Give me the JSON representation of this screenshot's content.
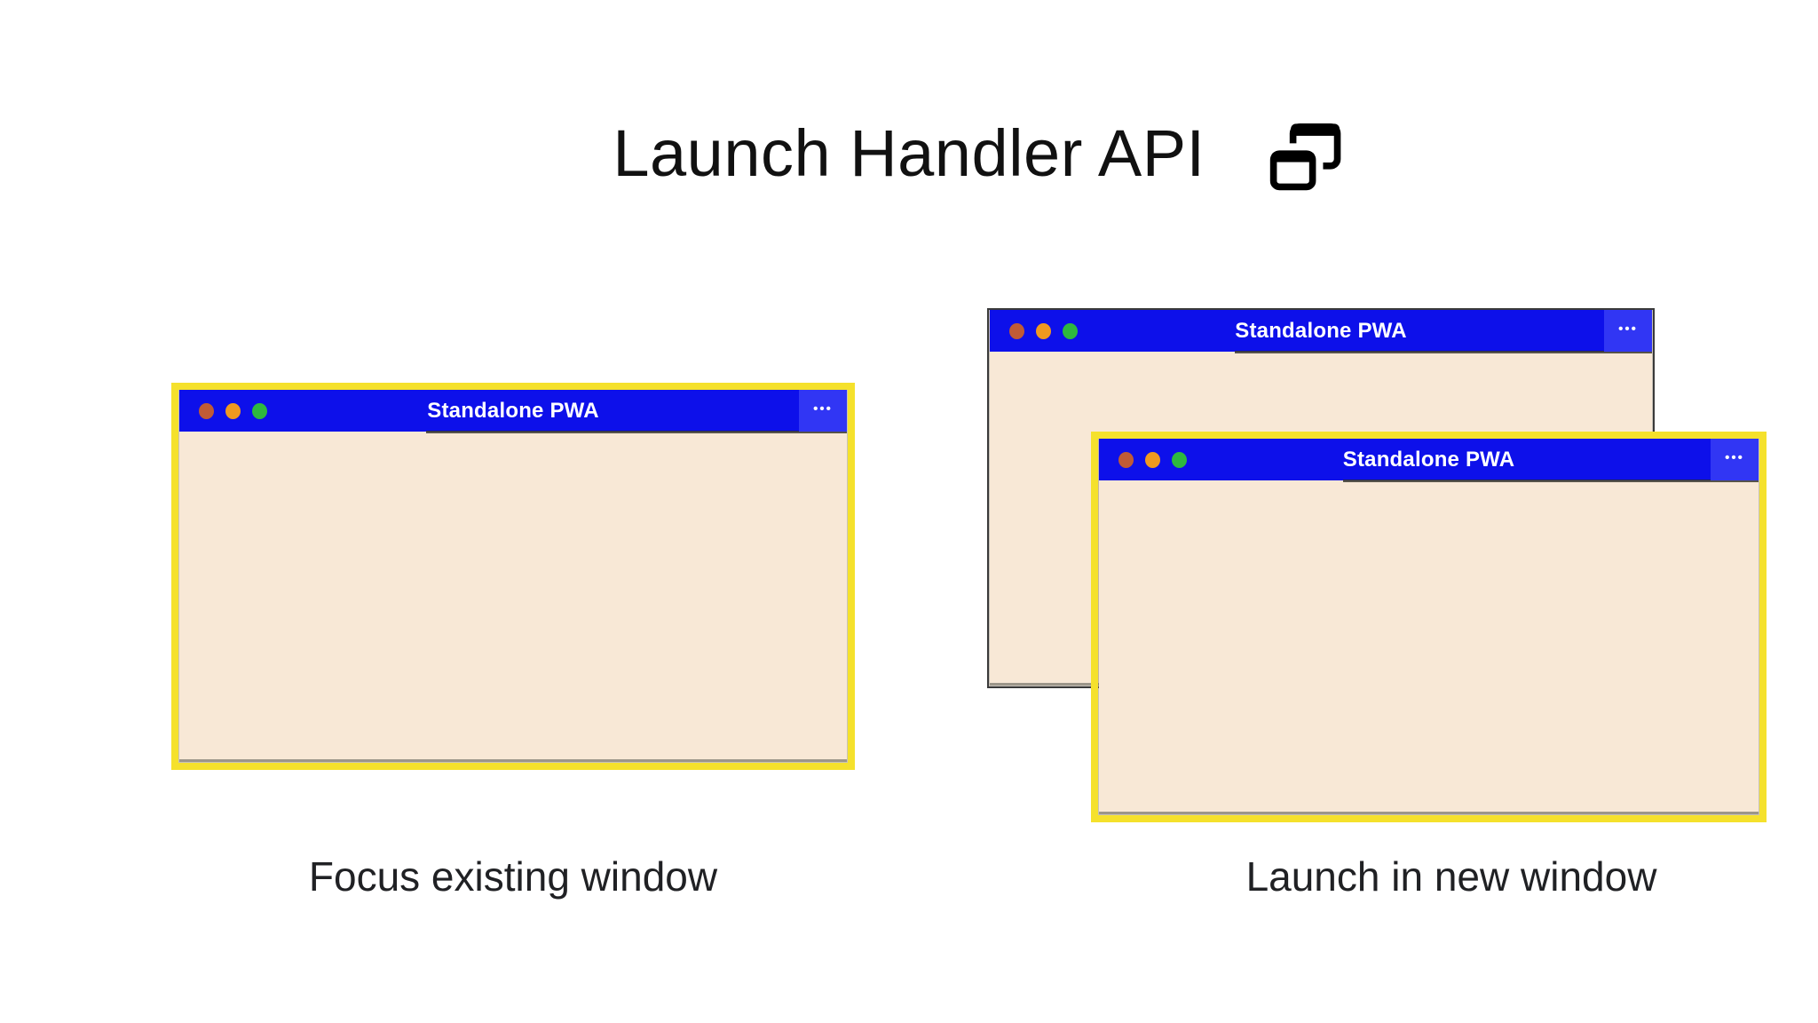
{
  "header": {
    "title": "Launch Handler API",
    "title_icon": "overlapping-windows"
  },
  "colors": {
    "titlebar_blue": "#0d10ea",
    "menu_section_blue": "#3136f4",
    "window_body_cream": "#f8e8d6",
    "highlight_yellow": "#f5e12c",
    "back_window_border": "#3a3a3a",
    "traffic_dot_close": "#c05b35",
    "traffic_dot_minimize": "#f0991f",
    "traffic_dot_maximize": "#2eb83e",
    "label_text": "#202124"
  },
  "scenarios": {
    "focus_existing": {
      "caption": "Focus existing window",
      "window": {
        "title": "Standalone PWA",
        "menu_icon": "•••"
      }
    },
    "launch_new": {
      "caption": "Launch in new window",
      "back_window": {
        "title": "Standalone PWA",
        "menu_icon": "•••"
      },
      "front_window": {
        "title": "Standalone PWA",
        "menu_icon": "•••"
      }
    }
  }
}
